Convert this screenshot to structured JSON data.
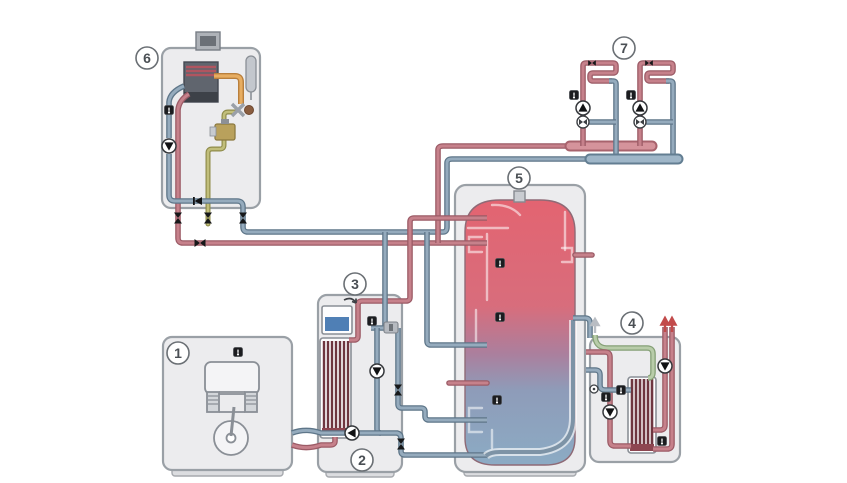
{
  "diagram": {
    "title": "hydronic-system-scheme",
    "type": "hydraulic-piping-diagram",
    "background": "#ffffff",
    "colors": {
      "pr_o": "#9c5b66",
      "pr_i": "#c6818b",
      "pb_o": "#5e7689",
      "pb_i": "#95abbd",
      "mr_o": "#a8636d",
      "mr_i": "#d5939b",
      "mb_o": "#637e92",
      "mb_i": "#9fb6c8",
      "pg_o": "#85a076",
      "pg_i": "#b8cca9",
      "pol_o": "#8f8c4b",
      "pol_i": "#c1be7b",
      "por_o": "#b97f3c",
      "por_i": "#e7ad61",
      "tank_hot": "#e36471",
      "tank_cold": "#8cabc4",
      "boxfill": "#ececee",
      "boxstroke": "#9aa0a6"
    },
    "labels": [
      {
        "num": "1",
        "component": "outdoor-unit-compressor"
      },
      {
        "num": "2",
        "component": "indoor-hydraulic-unit"
      },
      {
        "num": "3",
        "component": "heat-exchanger-module"
      },
      {
        "num": "4",
        "component": "fresh-water-station"
      },
      {
        "num": "5",
        "component": "buffer-storage-tank"
      },
      {
        "num": "6",
        "component": "wall-hung-gas-boiler"
      },
      {
        "num": "7",
        "component": "heating-circuits"
      }
    ]
  }
}
